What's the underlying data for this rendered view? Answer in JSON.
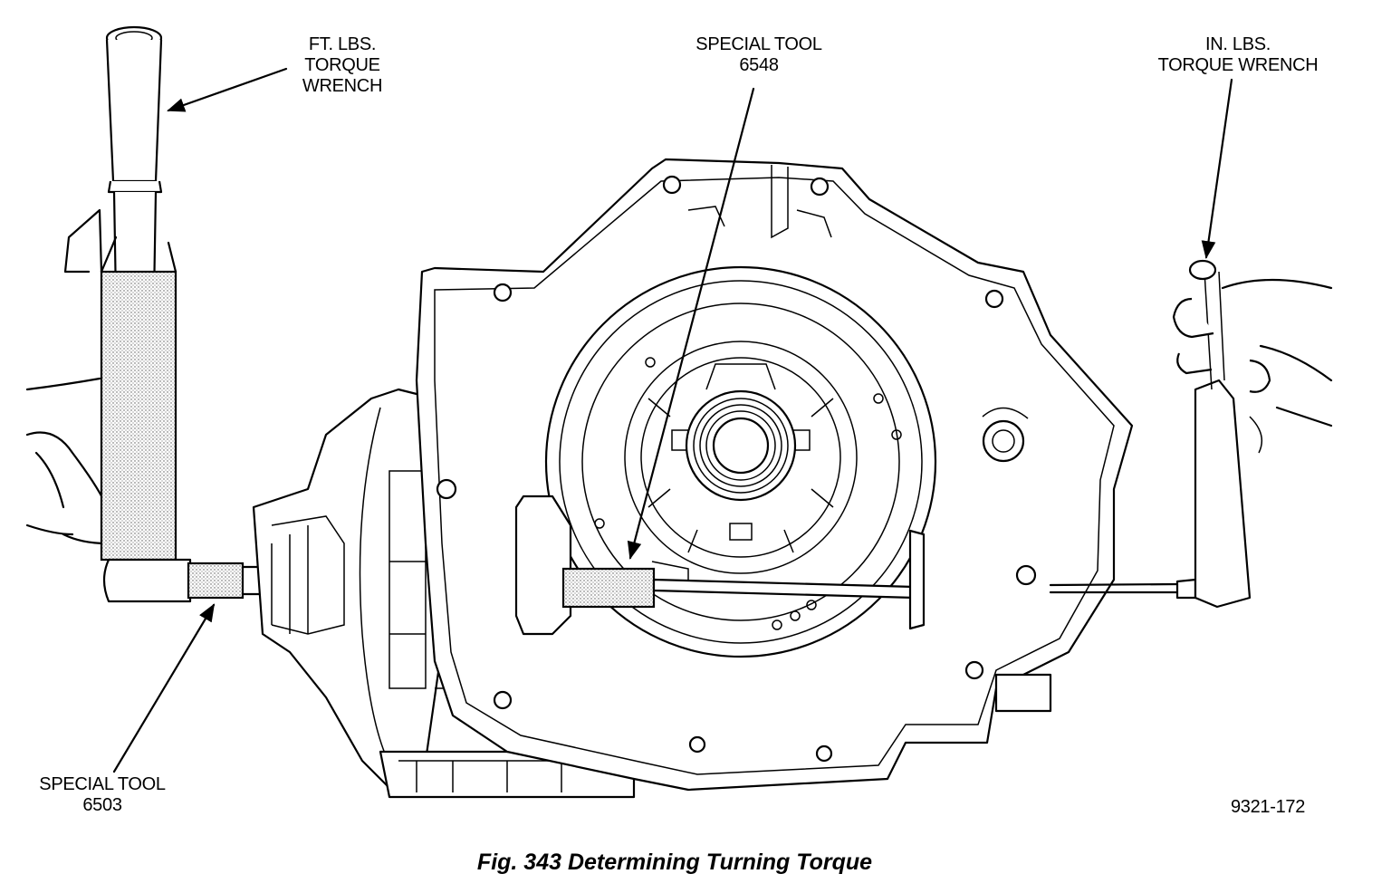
{
  "labels": {
    "ft_lbs_wrench": [
      "FT. LBS.",
      "TORQUE",
      "WRENCH"
    ],
    "special_tool_6548": [
      "SPECIAL TOOL",
      "6548"
    ],
    "in_lbs_wrench": [
      "IN. LBS.",
      "TORQUE WRENCH"
    ],
    "special_tool_6503": [
      "SPECIAL TOOL",
      "6503"
    ],
    "figure_number": "9321-172"
  },
  "caption": "Fig. 343 Determining Turning Torque"
}
